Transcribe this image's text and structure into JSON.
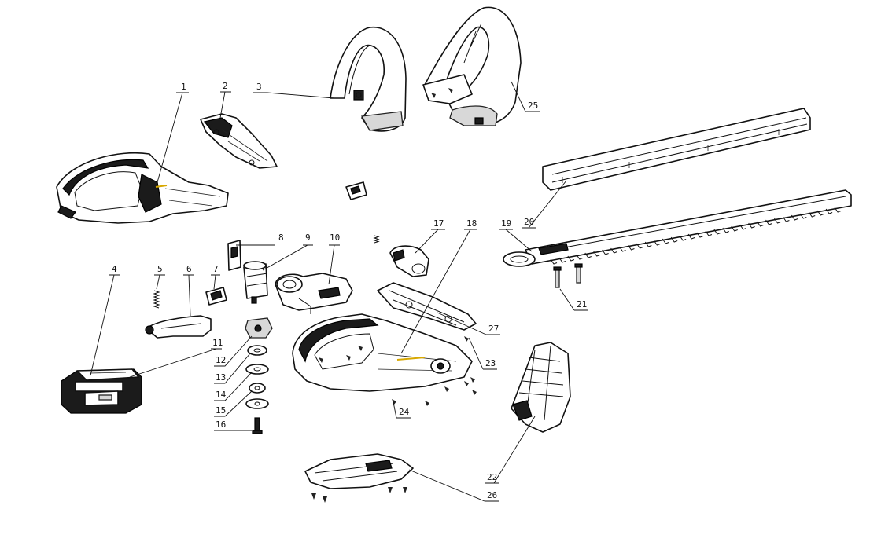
{
  "callouts": [
    {
      "id": "1",
      "label": "1"
    },
    {
      "id": "2",
      "label": "2"
    },
    {
      "id": "3",
      "label": "3"
    },
    {
      "id": "4",
      "label": "4"
    },
    {
      "id": "5",
      "label": "5"
    },
    {
      "id": "6",
      "label": "6"
    },
    {
      "id": "7",
      "label": "7"
    },
    {
      "id": "8",
      "label": "8"
    },
    {
      "id": "9",
      "label": "9"
    },
    {
      "id": "10",
      "label": "10"
    },
    {
      "id": "11",
      "label": "11"
    },
    {
      "id": "12",
      "label": "12"
    },
    {
      "id": "13",
      "label": "13"
    },
    {
      "id": "14",
      "label": "14"
    },
    {
      "id": "15",
      "label": "15"
    },
    {
      "id": "16",
      "label": "16"
    },
    {
      "id": "17",
      "label": "17"
    },
    {
      "id": "18",
      "label": "18"
    },
    {
      "id": "19",
      "label": "19"
    },
    {
      "id": "20",
      "label": "20"
    },
    {
      "id": "21",
      "label": "21"
    },
    {
      "id": "22",
      "label": "22"
    },
    {
      "id": "23",
      "label": "23"
    },
    {
      "id": "24",
      "label": "24"
    },
    {
      "id": "25",
      "label": "25"
    },
    {
      "id": "26",
      "label": "26"
    },
    {
      "id": "27",
      "label": "27"
    }
  ],
  "colors": {
    "line": "#111111",
    "background": "#ffffff",
    "accent": "#d8a800"
  }
}
